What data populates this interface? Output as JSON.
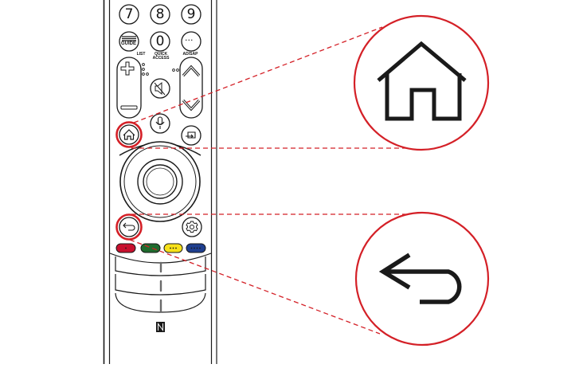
{
  "figure": {
    "description": "TV remote control illustration with Home and Back buttons highlighted and magnified",
    "colors": {
      "highlight": "#d42027",
      "outline": "#1a1a1a",
      "red_button": "#c8102e",
      "green_button": "#1f6b2e",
      "yellow_button": "#f7e11a",
      "blue_button": "#1f3f8f"
    }
  },
  "remote": {
    "number_keys": [
      "7",
      "8",
      "9"
    ],
    "guide_label": "GUIDE",
    "zero_key": "0",
    "more_key": "···",
    "labels": {
      "list": "LIST",
      "quick_access": "QUICK\nACCESS",
      "ad_sap": "AD/SAP"
    },
    "icons": {
      "volume_up": "plus-icon",
      "volume_down": "minus-icon",
      "mute": "mute-icon",
      "channel_up": "chevron-up-icon",
      "channel_down": "chevron-down-icon",
      "voice": "microphone-icon",
      "home": "home-icon",
      "input": "input-icon",
      "back": "back-arrow-icon",
      "settings": "gear-icon",
      "nfc": "nfc-icon"
    },
    "color_buttons": [
      {
        "name": "red",
        "dots": "•"
      },
      {
        "name": "green",
        "dots": "••"
      },
      {
        "name": "yellow",
        "dots": "•••"
      },
      {
        "name": "blue",
        "dots": "••••"
      }
    ]
  },
  "callouts": [
    {
      "target": "home-button",
      "icon": "home-icon"
    },
    {
      "target": "back-button",
      "icon": "back-arrow-icon"
    }
  ]
}
